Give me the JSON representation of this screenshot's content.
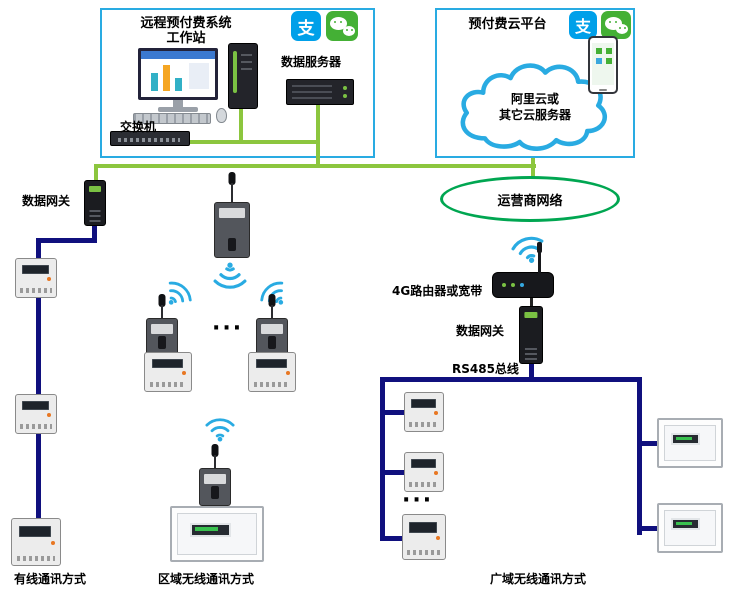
{
  "colors": {
    "box_border": "#29ABE2",
    "lan_line_green": "#8CC63E",
    "bus_line_navy": "#10107E",
    "carrier_ellipse_green": "#00A651",
    "wifi_blue": "#29ABE2",
    "alipay_blue": "#00A0E9",
    "wechat_green": "#44B035"
  },
  "workstation_box": {
    "title_line1": "远程预付费系统",
    "title_line2": "工作站",
    "data_server_label": "数据服务器",
    "switch_label": "交换机"
  },
  "cloud_box": {
    "title": "预付费云平台",
    "cloud_line1": "阿里云或",
    "cloud_line2": "其它云服务器"
  },
  "carrier_network": {
    "label": "运营商网络"
  },
  "left_branch": {
    "gateway_label": "数据网关",
    "caption": "有线通讯方式"
  },
  "middle_branch": {
    "ellipsis": "···",
    "caption": "区域无线通讯方式"
  },
  "right_branch": {
    "router_label": "4G路由器或宽带",
    "gateway_label": "数据网关",
    "bus_label": "RS485总线",
    "ellipsis": "···",
    "caption": "广域无线通讯方式"
  },
  "icons": {
    "alipay_glyph": "支"
  }
}
